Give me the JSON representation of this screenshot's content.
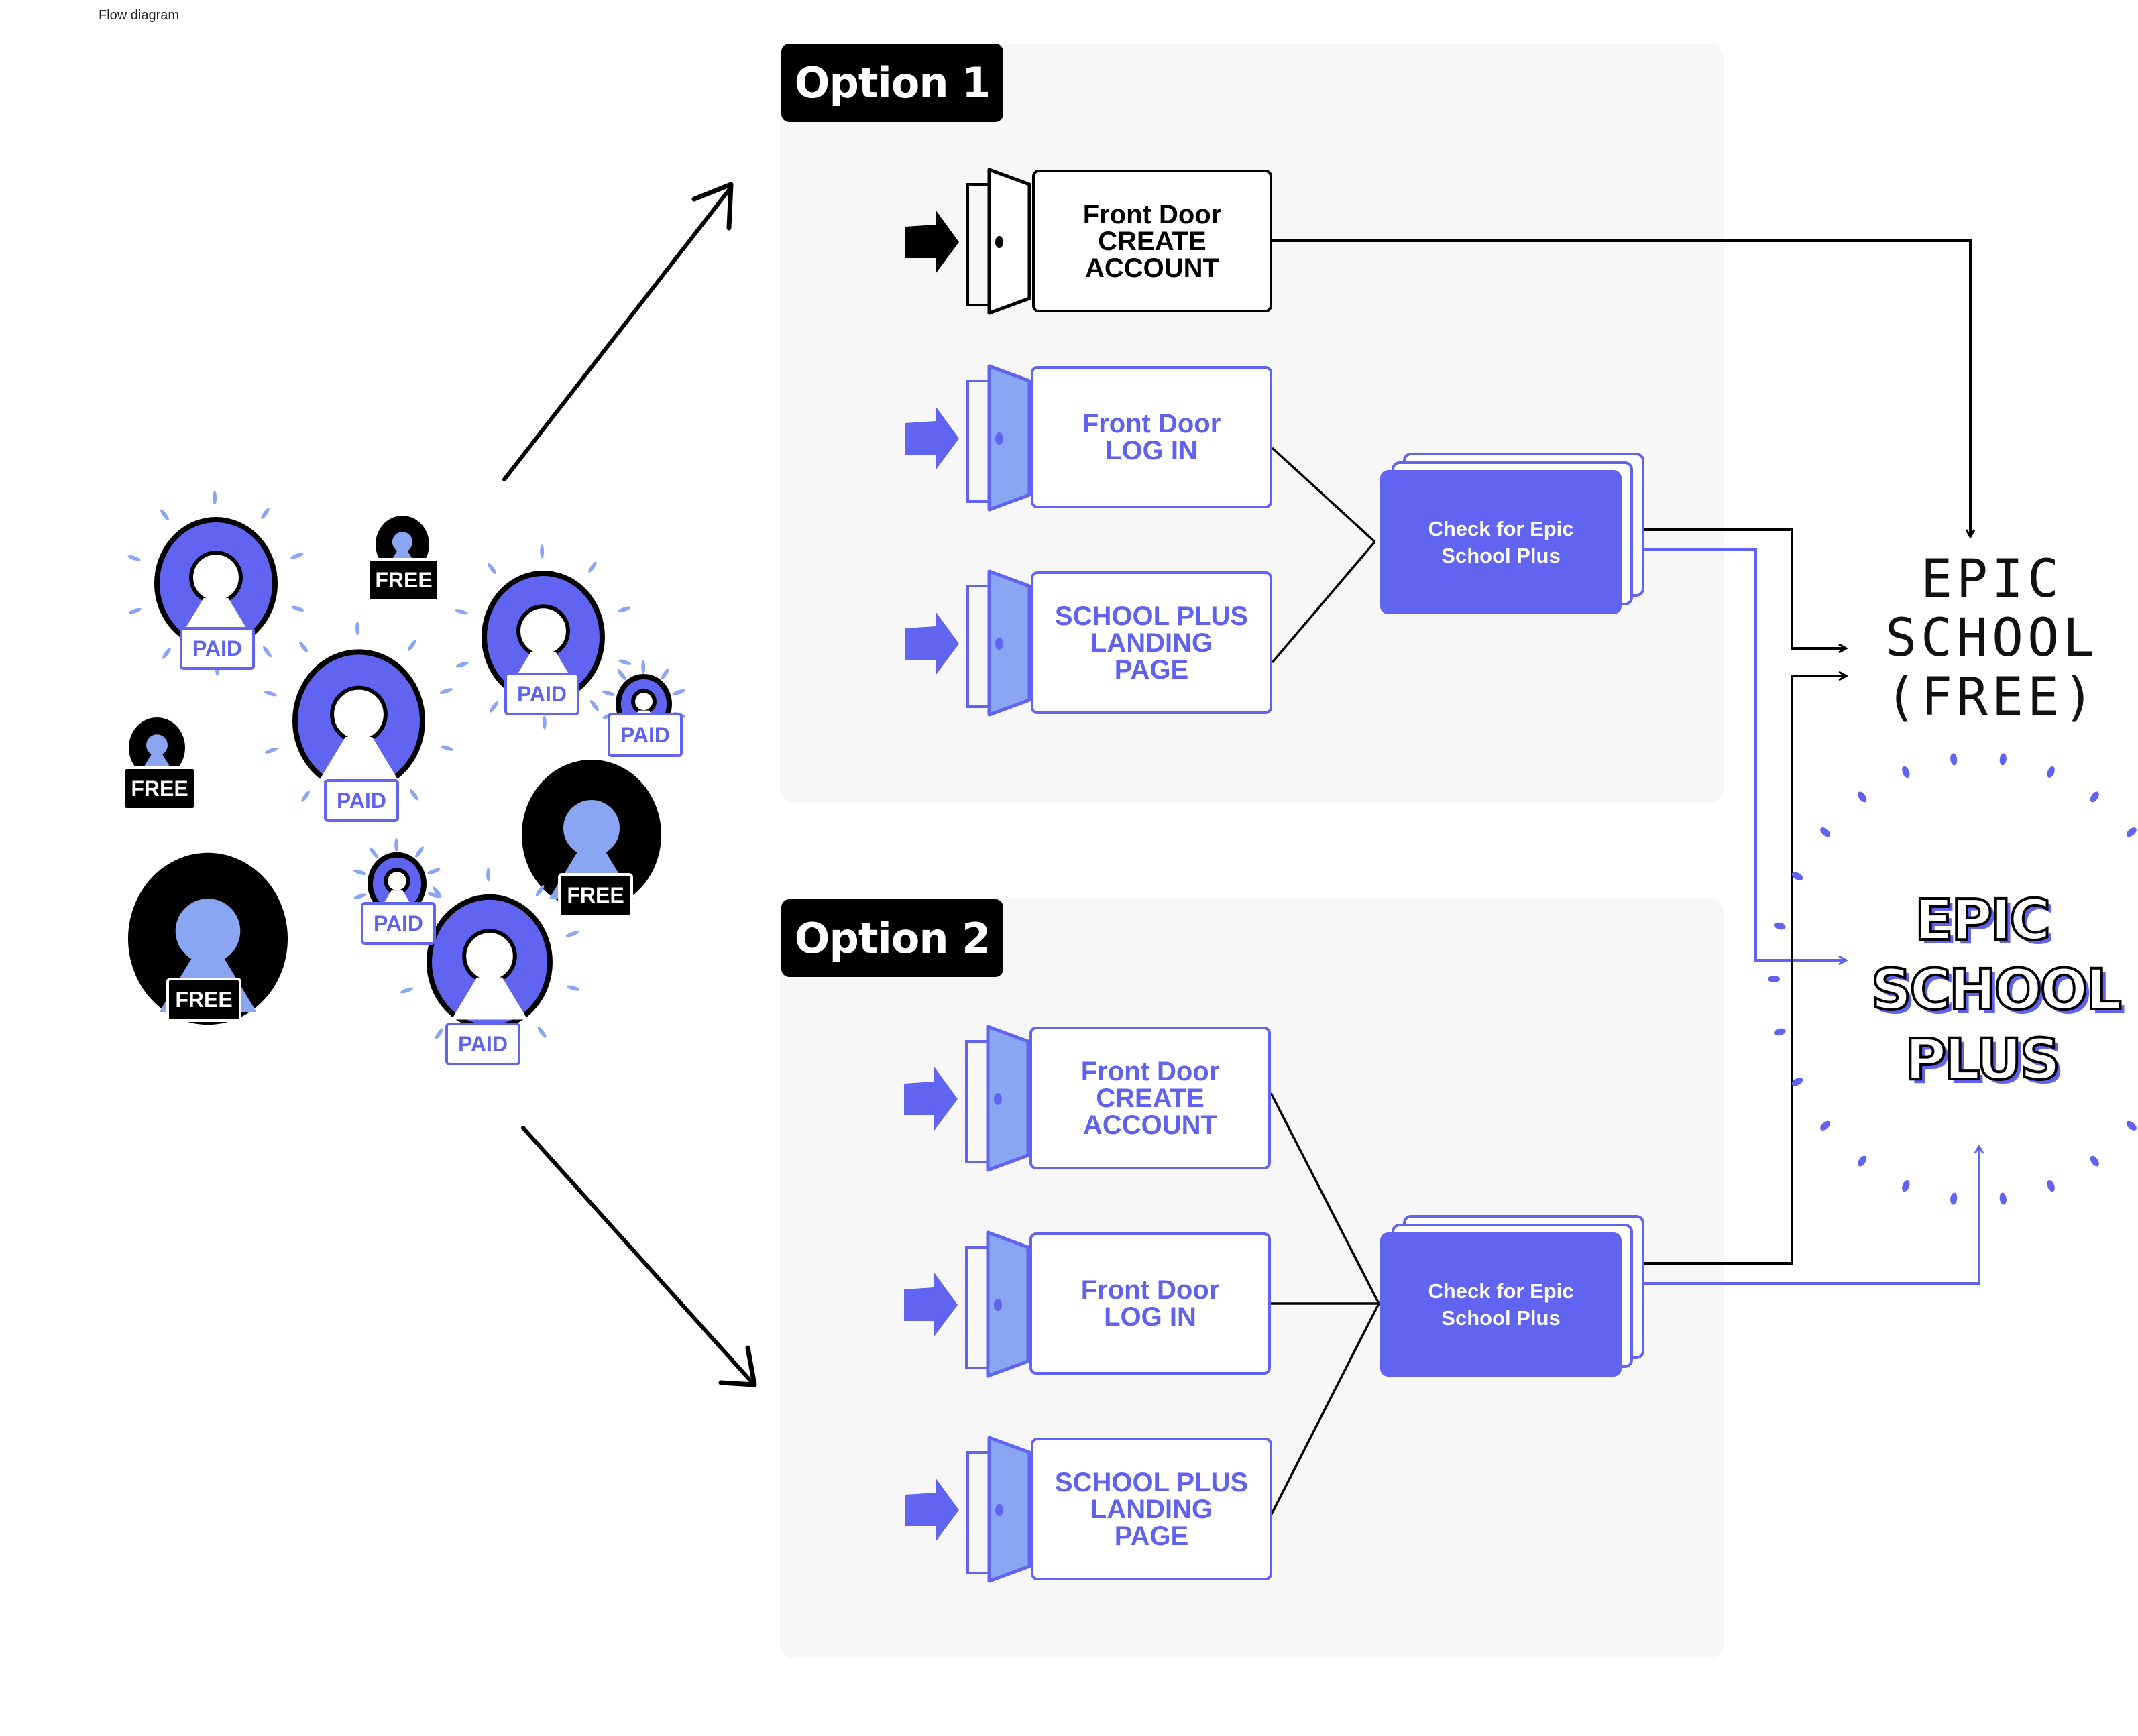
{
  "page": {
    "label": "Flow diagram"
  },
  "colors": {
    "brand_blue": "#6164f0",
    "light_blue": "#8aa6f2",
    "black": "#000000",
    "panel_bg": "#f7f7f7"
  },
  "users": [
    {
      "type": "paid",
      "tag": "PAID"
    },
    {
      "type": "free",
      "tag": "FREE"
    },
    {
      "type": "paid",
      "tag": "PAID"
    },
    {
      "type": "paid",
      "tag": "PAID"
    },
    {
      "type": "paid",
      "tag": "PAID"
    },
    {
      "type": "free",
      "tag": "FREE"
    },
    {
      "type": "free",
      "tag": "FREE"
    },
    {
      "type": "paid",
      "tag": "PAID"
    },
    {
      "type": "free",
      "tag": "FREE"
    },
    {
      "type": "paid",
      "tag": "PAID"
    }
  ],
  "option1": {
    "label": "Option 1",
    "entries": [
      {
        "text": "Front Door\nCREATE\nACCOUNT",
        "style": "black",
        "icon": "door-icon"
      },
      {
        "text": "Front Door\nLOG IN",
        "style": "blue",
        "icon": "door-icon"
      },
      {
        "text": "SCHOOL PLUS\nLANDING\nPAGE",
        "style": "blue",
        "icon": "door-icon"
      }
    ],
    "check": "Check for Epic\nSchool Plus"
  },
  "option2": {
    "label": "Option 2",
    "entries": [
      {
        "text": "Front Door\nCREATE\nACCOUNT",
        "style": "blue",
        "icon": "door-icon"
      },
      {
        "text": "Front Door\nLOG IN",
        "style": "blue",
        "icon": "door-icon"
      },
      {
        "text": "SCHOOL PLUS\nLANDING\nPAGE",
        "style": "blue",
        "icon": "door-icon"
      }
    ],
    "check": "Check for Epic\nSchool Plus"
  },
  "destinations": {
    "free": "EPIC\nSCHOOL\n(FREE)",
    "plus": "EPIC\nSCHOOL\nPLUS"
  }
}
